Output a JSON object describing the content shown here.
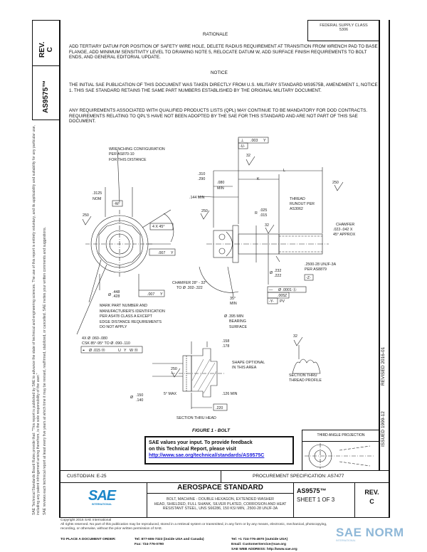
{
  "side": {
    "rev_label": "REV.",
    "rev_value": "C",
    "doc_number": "AS9575™",
    "disclaimer_line1": "SAE Technical Standards Board Rules provide that: \"This report is published by SAE to advance the state of technical and engineering sciences. The use of this report is entirely voluntary, and its applicability and suitability for any particular use, including any patent infringement arising therefrom, is the sole responsibility of the user.\"",
    "disclaimer_line2": "SAE reviews each technical report at least every five years at which time it may be revised, reaffirmed, stabilized, or cancelled. SAE invites your written comments and suggestions."
  },
  "header": {
    "federal_supply_class_label": "FEDERAL SUPPLY CLASS",
    "federal_supply_class_value": "5306",
    "rationale_title": "RATIONALE",
    "rationale_text": "ADD TERTIARY DATUM FOR POSITION OF SAFETY WIRE HOLE, DELETE RADIUS REQUIREMENT AT TRANSITION FROM WRENCH PAD TO BASE FLANGE, ADD MINIMUM SENSITIVITY LEVEL TO DRAWING NOTE 5, RELOCATE DATUM W, ADD SURFACE FINISH REQUIREMENTS TO BOLT ENDS, AND GENERAL EDITORIAL UPDATE.",
    "notice_title": "NOTICE",
    "notice_text1": "THE INITIAL SAE PUBLICATION OF THIS DOCUMENT WAS TAKEN DIRECTLY FROM U.S. MILITARY STANDARD MS9575B, AMENDMENT 1, NOTICE 1. THIS SAE STANDARD RETAINS THE SAME PART NUMBERS ESTABLISHED BY THE ORIGINAL MILITARY DOCUMENT.",
    "notice_text2": "ANY REQUIREMENTS ASSOCIATED WITH QUALIFIED PRODUCTS LISTS (QPL) MAY CONTINUE TO BE MANDATORY FOR DOD CONTRACTS. REQUIREMENTS RELATING TO QPL'S HAVE NOT BEEN ADOPTED BY THE SAE FOR THIS STANDARD AND ARE NOT PART OF THIS SAE DOCUMENT."
  },
  "drawing": {
    "labels": [
      "WRENCHING CONFIGURATION",
      "PER AS870-10",
      "FOR THIS DISTANCE",
      ".3125",
      "NOM",
      "-W-",
      "250",
      "4 X 45°",
      ".007",
      "Y",
      "Ø",
      ".448",
      ".428",
      ".007",
      "Y",
      ".144 MIN",
      ".310",
      ".290",
      ".080",
      "MIN",
      "250",
      "CHAMFER 28° - 32°",
      "TO Ø .302-.322",
      "⊥",
      ".003",
      "Y",
      "-U-",
      "32",
      "L",
      "K",
      "250",
      "THREAD",
      "RUNOUT PER",
      "AS3062",
      "R",
      ".025",
      ".015",
      "32",
      "CHAMFER",
      ".022-.042 X",
      "45° APPROX",
      ".2500-28 UNJF-3A",
      "PER AS8879",
      "-Z-",
      "Ø",
      ".232",
      ".222",
      "—",
      "Ø .0001 Ⓢ",
      ".005",
      "Z",
      "-Y-",
      "PV",
      "35°",
      "MIN",
      "Ø .395 MIN",
      "BEARING",
      "SURFACE",
      "MARK PART NUMBER AND",
      "MANUFACTURER'S IDENTIFICATION",
      "PER AS478 CLASS A EXCEPT",
      "EDGE DISTANCE REQUIREMENTS",
      "DO NOT APPLY",
      "4X Ø .060-.080",
      "CSK 85°-95° TO Ø .090-.110",
      "⌖",
      "Ø .015 Ⓜ",
      "U",
      "Y",
      "W Ⓜ",
      ".158",
      ".178",
      "SHAPE OPTIONAL",
      "IN THIS AREA",
      "250",
      "5° MAX",
      ".126 MIN",
      "Ø",
      ".150",
      ".140",
      ".220",
      "SECTION THRU HEAD",
      "32",
      "SECTION THRU",
      "THREAD PROFILE"
    ],
    "figure_title": "FIGURE 1 - BOLT"
  },
  "feedback": {
    "line1": "SAE values your input. To provide feedback",
    "line2": "on this Technical Report, please visit",
    "link": "http://www.sae.org/technical/standards/AS9575C"
  },
  "projection": {
    "label": "THIRD ANGLE PROJECTION"
  },
  "dates": {
    "issued": "ISSUED 1999-12",
    "revised": "REVISED 2016-01"
  },
  "custodian": "CUSTODIAN: E-25",
  "procurement": "PROCUREMENT SPECIFICATION: AS7477",
  "title_block": {
    "logo_text": "SAE",
    "logo_sub": "INTERNATIONAL",
    "heading": "AEROSPACE STANDARD",
    "title_line1": "BOLT, MACHINE - DOUBLE HEXAGON, EXTENDED WASHER",
    "title_line2": "HEAD, SHIELDED, FULL SHANK, SILVER PLATED, CORROSION AND HEAT",
    "title_line3": "RESISTANT STEEL, UNS S66286, 150 KSI MIN, .2500-28 UNJF-3A",
    "doc_number": "AS9575™",
    "sheet": "SHEET 1 OF 3",
    "rev_label": "REV.",
    "rev_value": "C"
  },
  "footer": {
    "copyright": "Copyright 2016 SAE International",
    "rights1": "All rights reserved. No part of this publication may be reproduced, stored in a retrieval system or transmitted, in any form or by any means, electronic, mechanical, photocopying,",
    "rights2": "recording, or otherwise, without the prior written permission of SAE.",
    "order_label": "TO PLACE A DOCUMENT ORDER:",
    "tel_us": "Tel: 877-606-7323 (inside USA and Canada)",
    "tel_intl": "Tel: +1 724-776-4970 (outside USA)",
    "fax": "Fax: 724-776-0790",
    "email": "Email: CustomerService@sae.org",
    "web": "SAE WEB ADDRESS: http://www.sae.org"
  },
  "watermark": {
    "text": "SAE NORM",
    "sub": "INTERNATIONAL"
  },
  "colors": {
    "sae_blue": "#1b86c9",
    "link": "#1a1adb",
    "watermark": "#8fb8d8"
  }
}
